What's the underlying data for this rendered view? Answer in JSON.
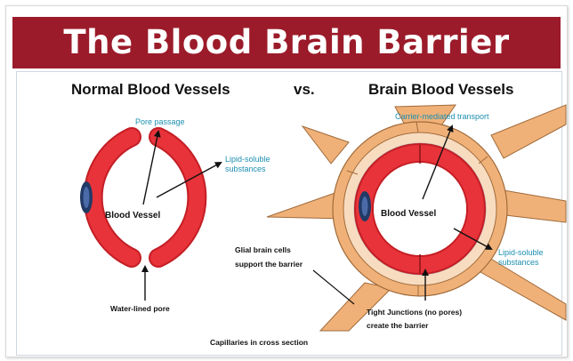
{
  "title": "The Blood Brain Barrier",
  "headings": {
    "left": "Normal Blood Vessels",
    "vs": "vs.",
    "right": "Brain Blood Vessels"
  },
  "normal": {
    "pore_passage": "Pore passage",
    "lipid_line1": "Lipid-soluble",
    "lipid_line2": "substances",
    "vessel": "Blood Vessel",
    "water_pore": "Water-lined pore"
  },
  "brain": {
    "carrier": "Carrier-mediated transport",
    "vessel": "Blood Vessel",
    "lipid_line1": "Lipid-soluble",
    "lipid_line2": "substances",
    "glial_line1": "Glial brain cells",
    "glial_line2": "support the barrier",
    "tight_line1": "Tight Junctions (no pores)",
    "tight_line2": "create the barrier"
  },
  "caption": "Capillaries in cross section",
  "colors": {
    "banner": "#9b1b2a",
    "vessel_red": "#e8333a",
    "glial_tan": "#f0b178",
    "glial_light": "#f8dcc0",
    "cell_nucleus": "#223a66",
    "label_blue": "#1d8fb0"
  }
}
